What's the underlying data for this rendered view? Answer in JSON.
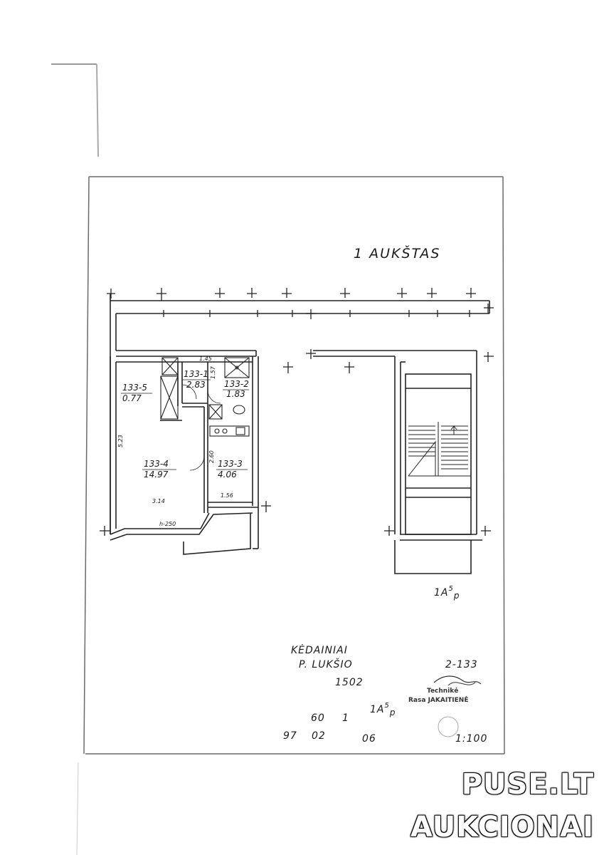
{
  "floor_title": "1 AUKŠTAS",
  "rooms": [
    {
      "id": "133-5",
      "area": "0.77"
    },
    {
      "id": "133-1",
      "area": "2.83"
    },
    {
      "id": "133-2",
      "area": "1.83"
    },
    {
      "id": "133-4",
      "area": "14.97"
    },
    {
      "id": "133-3",
      "area": "4.06"
    }
  ],
  "dimensions": {
    "d1": "1.45",
    "d2": "1.57",
    "d3": "5.23",
    "d4": "2.60",
    "d5": "1.56",
    "d6": "3.14",
    "height": "h-250"
  },
  "building_mark_main": "1A",
  "building_mark_sup": "5",
  "building_mark_sub": "p",
  "info": {
    "city": "KĖDAINIAI",
    "street": "P. LUKŠIO",
    "code": "2-133",
    "number": "1502",
    "mark_main": "1A",
    "mark_sup": "5",
    "mark_sub": "p",
    "n1": "60",
    "n2": "1",
    "year": "97",
    "month": "02",
    "day": "06",
    "scale": "1:100"
  },
  "stamp": {
    "line1": "Technikė",
    "line2": "Rasa JAKAITIENĖ"
  },
  "watermark": {
    "line1": "PUSE.LT",
    "line2": "AUKCIONAI"
  }
}
